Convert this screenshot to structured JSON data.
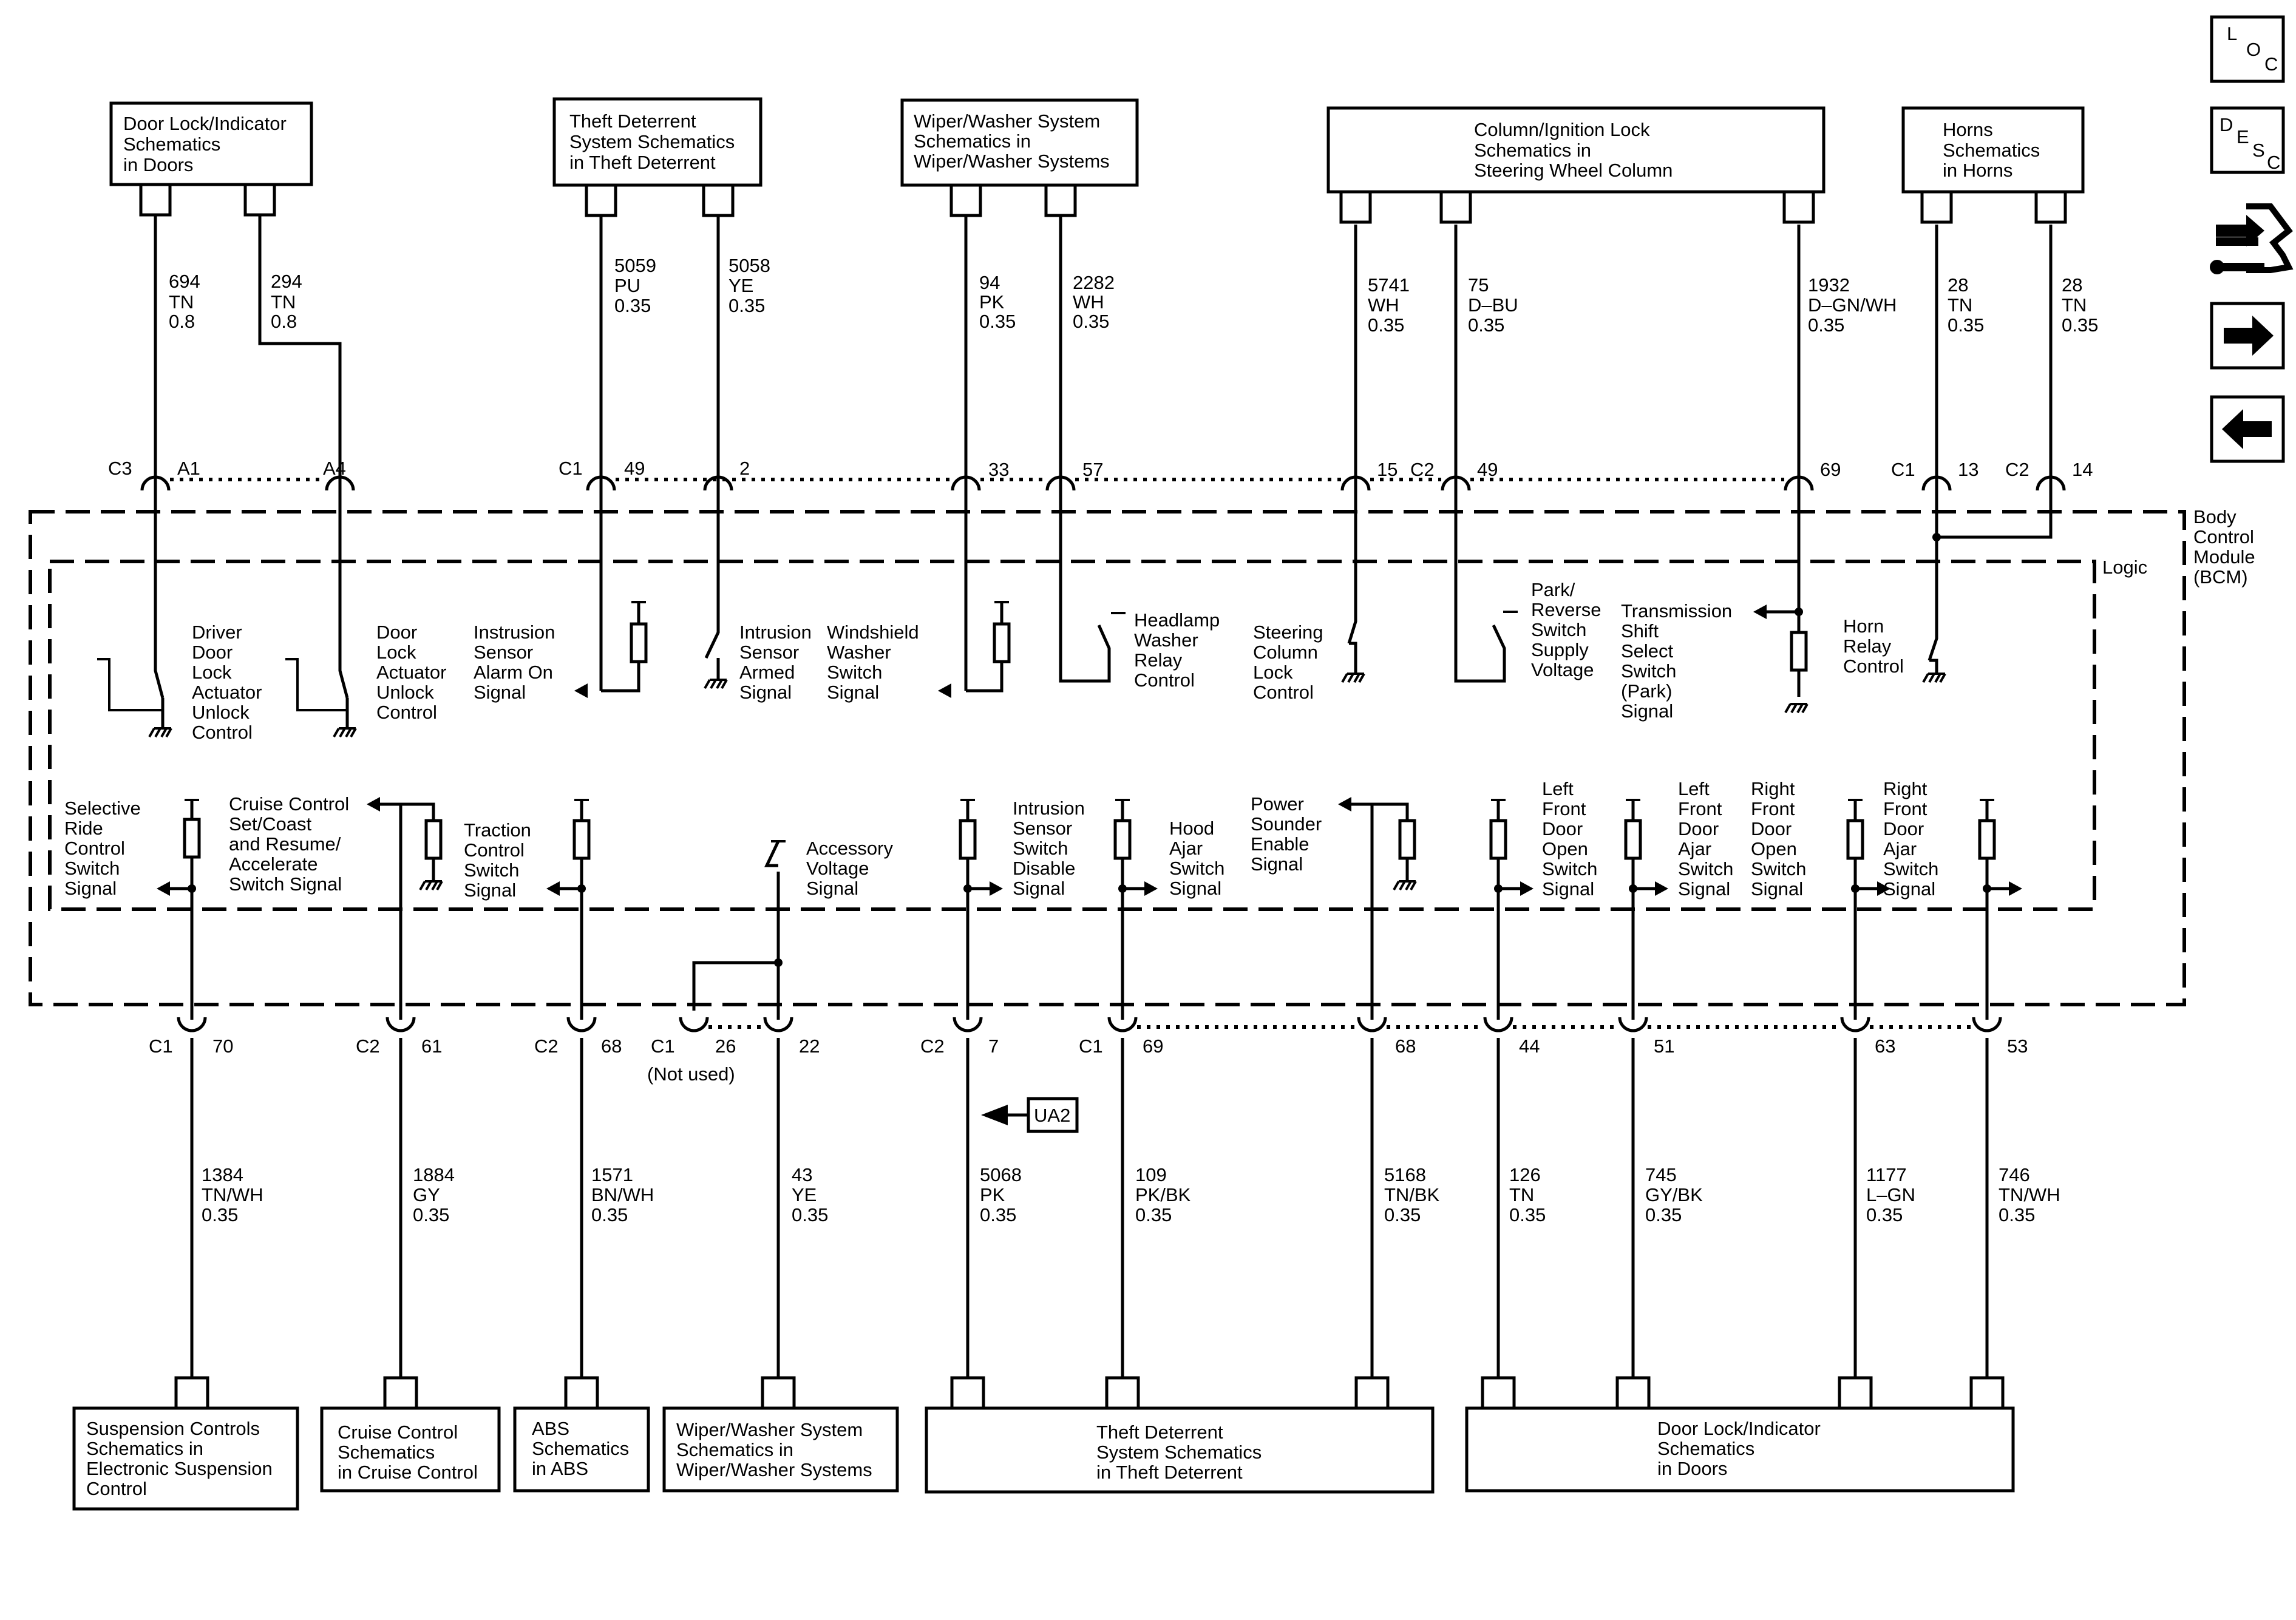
{
  "nav": {
    "loc": {
      "l": "L",
      "o": "O",
      "c": "C"
    },
    "desc": {
      "d": "D",
      "e": "E",
      "s": "S",
      "c": "C"
    }
  },
  "top_boxes": [
    {
      "id": "door-lock-top",
      "lines": [
        "Door Lock/Indicator",
        "Schematics",
        "in Doors"
      ]
    },
    {
      "id": "theft-top",
      "lines": [
        "Theft Deterrent",
        "System Schematics",
        "in Theft Deterrent"
      ]
    },
    {
      "id": "wiper-top",
      "lines": [
        "Wiper/Washer System",
        "Schematics in",
        "Wiper/Washer Systems"
      ]
    },
    {
      "id": "column-top",
      "lines": [
        "Column/Ignition Lock",
        "Schematics in",
        "Steering Wheel Column"
      ]
    },
    {
      "id": "horns-top",
      "lines": [
        "Horns",
        "Schematics",
        "in Horns"
      ]
    }
  ],
  "top_wires": [
    {
      "circuit": "694",
      "color": "TN",
      "gauge": "0.8"
    },
    {
      "circuit": "294",
      "color": "TN",
      "gauge": "0.8"
    },
    {
      "circuit": "5059",
      "color": "PU",
      "gauge": "0.35"
    },
    {
      "circuit": "5058",
      "color": "YE",
      "gauge": "0.35"
    },
    {
      "circuit": "94",
      "color": "PK",
      "gauge": "0.35"
    },
    {
      "circuit": "2282",
      "color": "WH",
      "gauge": "0.35"
    },
    {
      "circuit": "5741",
      "color": "WH",
      "gauge": "0.35"
    },
    {
      "circuit": "75",
      "color": "D–BU",
      "gauge": "0.35"
    },
    {
      "circuit": "1932",
      "color": "D–GN/WH",
      "gauge": "0.35"
    },
    {
      "circuit": "28",
      "color": "TN",
      "gauge": "0.35"
    },
    {
      "circuit": "28",
      "color": "TN",
      "gauge": "0.35"
    }
  ],
  "top_pins": {
    "c3": "C3",
    "a1": "A1",
    "a4": "A4",
    "c1_49": "C1",
    "p49": "49",
    "p2": "2",
    "p33": "33",
    "p57": "57",
    "p15": "15",
    "c2_49": "C2",
    "p49b": "49",
    "p69": "69",
    "c1_13": "C1",
    "p13": "13",
    "c2_14": "C2",
    "p14": "14"
  },
  "module": {
    "lines": [
      "Body",
      "Control",
      "Module",
      "(BCM)"
    ],
    "logic": "Logic"
  },
  "upper_labels": [
    {
      "id": "driver-door",
      "lines": [
        "Driver",
        "Door",
        "Lock",
        "Actuator",
        "Unlock",
        "Control"
      ]
    },
    {
      "id": "door-lock-unlock",
      "lines": [
        "Door",
        "Lock",
        "Actuator",
        "Unlock",
        "Control"
      ]
    },
    {
      "id": "instrusion-alarm",
      "lines": [
        "Instrusion",
        "Sensor",
        "Alarm On",
        "Signal"
      ]
    },
    {
      "id": "intrusion-armed",
      "lines": [
        "Intrusion",
        "Sensor",
        "Armed",
        "Signal"
      ]
    },
    {
      "id": "windshield-washer",
      "lines": [
        "Windshield",
        "Washer",
        "Switch",
        "Signal"
      ]
    },
    {
      "id": "headlamp-washer",
      "lines": [
        "Headlamp",
        "Washer",
        "Relay",
        "Control"
      ]
    },
    {
      "id": "steering-column",
      "lines": [
        "Steering",
        "Column",
        "Lock",
        "Control"
      ]
    },
    {
      "id": "park-reverse",
      "lines": [
        "Park/",
        "Reverse",
        "Switch",
        "Supply",
        "Voltage"
      ]
    },
    {
      "id": "transmission-shift",
      "lines": [
        "Transmission",
        "Shift",
        "Select",
        "Switch",
        "(Park)",
        "Signal"
      ]
    },
    {
      "id": "horn-relay",
      "lines": [
        "Horn",
        "Relay",
        "Control"
      ]
    }
  ],
  "lower_labels": [
    {
      "id": "selective-ride",
      "lines": [
        "Selective",
        "Ride",
        "Control",
        "Switch",
        "Signal"
      ]
    },
    {
      "id": "cruise-control",
      "lines": [
        "Cruise Control",
        "Set/Coast",
        "and Resume/",
        "Accelerate",
        "Switch Signal"
      ]
    },
    {
      "id": "traction-control",
      "lines": [
        "Traction",
        "Control",
        "Switch",
        "Signal"
      ]
    },
    {
      "id": "accessory-voltage",
      "lines": [
        "Accessory",
        "Voltage",
        "Signal"
      ]
    },
    {
      "id": "intrusion-disable",
      "lines": [
        "Intrusion",
        "Sensor",
        "Switch",
        "Disable",
        "Signal"
      ]
    },
    {
      "id": "hood-ajar",
      "lines": [
        "Hood",
        "Ajar",
        "Switch",
        "Signal"
      ]
    },
    {
      "id": "power-sounder",
      "lines": [
        "Power",
        "Sounder",
        "Enable",
        "Signal"
      ]
    },
    {
      "id": "lf-door-open",
      "lines": [
        "Left",
        "Front",
        "Door",
        "Open",
        "Switch",
        "Signal"
      ]
    },
    {
      "id": "lf-door-ajar",
      "lines": [
        "Left",
        "Front",
        "Door",
        "Ajar",
        "Switch",
        "Signal"
      ]
    },
    {
      "id": "rf-door-open",
      "lines": [
        "Right",
        "Front",
        "Door",
        "Open",
        "Switch",
        "Signal"
      ]
    },
    {
      "id": "rf-door-ajar",
      "lines": [
        "Right",
        "Front",
        "Door",
        "Ajar",
        "Switch",
        "Signal"
      ]
    }
  ],
  "bottom_pins": [
    {
      "conn": "C1",
      "pin": "70"
    },
    {
      "conn": "C2",
      "pin": "61"
    },
    {
      "conn": "C2",
      "pin": "68"
    },
    {
      "conn": "C1",
      "pin": "26"
    },
    {
      "conn": "",
      "pin": "22"
    },
    {
      "conn": "C2",
      "pin": "7"
    },
    {
      "conn": "C1",
      "pin": "69"
    },
    {
      "conn": "",
      "pin": "68"
    },
    {
      "conn": "",
      "pin": "44"
    },
    {
      "conn": "",
      "pin": "51"
    },
    {
      "conn": "",
      "pin": "63"
    },
    {
      "conn": "",
      "pin": "53"
    }
  ],
  "not_used": "(Not used)",
  "ua2": "UA2",
  "bottom_wires": [
    {
      "circuit": "1384",
      "color": "TN/WH",
      "gauge": "0.35"
    },
    {
      "circuit": "1884",
      "color": "GY",
      "gauge": "0.35"
    },
    {
      "circuit": "1571",
      "color": "BN/WH",
      "gauge": "0.35"
    },
    {
      "circuit": "43",
      "color": "YE",
      "gauge": "0.35"
    },
    {
      "circuit": "5068",
      "color": "PK",
      "gauge": "0.35"
    },
    {
      "circuit": "109",
      "color": "PK/BK",
      "gauge": "0.35"
    },
    {
      "circuit": "5168",
      "color": "TN/BK",
      "gauge": "0.35"
    },
    {
      "circuit": "126",
      "color": "TN",
      "gauge": "0.35"
    },
    {
      "circuit": "745",
      "color": "GY/BK",
      "gauge": "0.35"
    },
    {
      "circuit": "1177",
      "color": "L–GN",
      "gauge": "0.35"
    },
    {
      "circuit": "746",
      "color": "TN/WH",
      "gauge": "0.35"
    }
  ],
  "bottom_boxes": [
    {
      "id": "suspension",
      "lines": [
        "Suspension Controls",
        "Schematics in",
        "Electronic Suspension",
        "Control"
      ]
    },
    {
      "id": "cruise",
      "lines": [
        "Cruise Control",
        "Schematics",
        "in Cruise Control"
      ]
    },
    {
      "id": "abs",
      "lines": [
        "ABS",
        "Schematics",
        "in ABS"
      ]
    },
    {
      "id": "wiper-bottom",
      "lines": [
        "Wiper/Washer System",
        "Schematics in",
        "Wiper/Washer Systems"
      ]
    },
    {
      "id": "theft-bottom",
      "lines": [
        "Theft Deterrent",
        "System Schematics",
        "in Theft Deterrent"
      ]
    },
    {
      "id": "door-lock-bottom",
      "lines": [
        "Door Lock/Indicator",
        "Schematics",
        "in Doors"
      ]
    }
  ]
}
